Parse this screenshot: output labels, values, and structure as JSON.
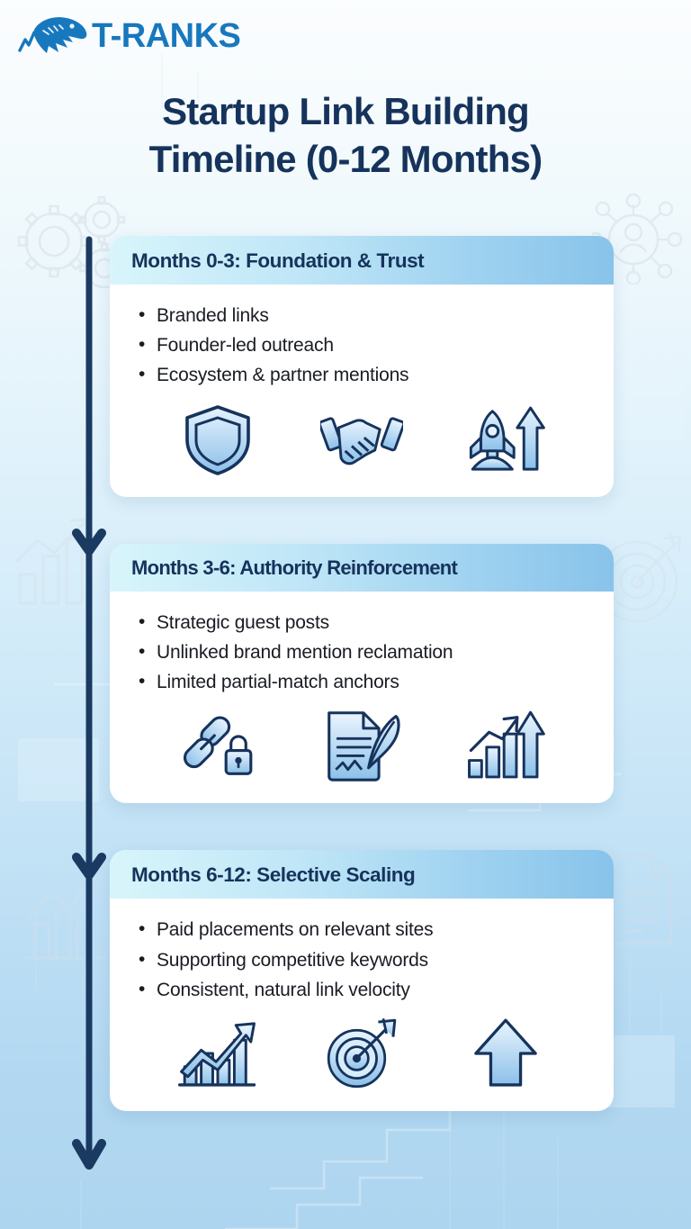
{
  "brand": {
    "name": "T-RANKS",
    "logo_icon": "trex-head-with-growth-line-icon",
    "color": "#1878be"
  },
  "header": {
    "title_line1": "Startup Link Building",
    "title_line2": "Timeline (0-12 Months)",
    "title_color": "#16335c"
  },
  "timeline": {
    "line_color": "#1a3a62",
    "arrow_count": 3,
    "orientation": "vertical-downward"
  },
  "theme": {
    "background_top": "#fbfdfe",
    "background_bottom": "#aed5ef",
    "card_background": "#ffffff",
    "card_header_gradient_start": "#d8f5fb",
    "card_header_gradient_end": "#88c3ea",
    "icon_outline": "#16335c",
    "icon_fill_light": "#dcefff",
    "icon_fill_dark": "#88bde8"
  },
  "background_decorations": [
    {
      "name": "gears-icon",
      "position": "top-left"
    },
    {
      "name": "network-nodes-user-icon",
      "position": "top-right"
    },
    {
      "name": "growth-chart-icon",
      "position": "mid-left"
    },
    {
      "name": "target-dart-icon",
      "position": "mid-right"
    },
    {
      "name": "growth-chart-icon",
      "position": "bottom-left"
    },
    {
      "name": "document-icon",
      "position": "bottom-right"
    }
  ],
  "cards": [
    {
      "id": "foundation-trust",
      "title": "Months 0-3: Foundation & Trust",
      "bullets": [
        "Branded links",
        "Founder-led outreach",
        "Ecosystem & partner mentions"
      ],
      "icons": [
        "shield-icon",
        "handshake-icon",
        "rocket-up-arrow-icon"
      ]
    },
    {
      "id": "authority-reinforcement",
      "title": "Months 3-6: Authority Reinforcement",
      "bullets": [
        "Strategic guest posts",
        "Unlinked brand mention reclamation",
        "Limited partial-match anchors"
      ],
      "icons": [
        "link-lock-icon",
        "document-quill-icon",
        "bar-chart-up-arrow-icon"
      ]
    },
    {
      "id": "selective-scaling",
      "title": "Months 6-12: Selective Scaling",
      "bullets": [
        "Paid placements on relevant sites",
        "Supporting competitive keywords",
        "Consistent, natural link velocity"
      ],
      "icons": [
        "growth-chart-arrow-icon",
        "target-dart-icon",
        "up-arrow-icon"
      ]
    }
  ]
}
